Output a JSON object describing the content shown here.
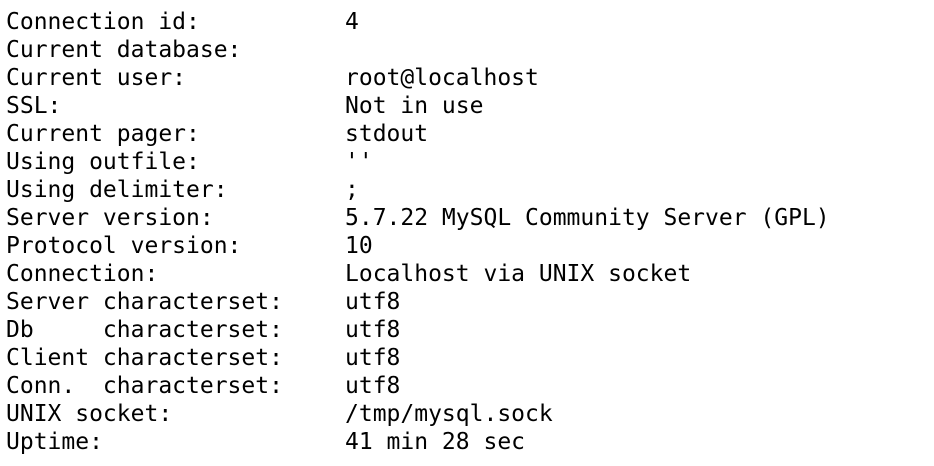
{
  "terminal": {
    "description": "MySQL client status command output",
    "colors": {
      "background": "#ffffff",
      "text": "#000000"
    },
    "rows": [
      {
        "label": "Connection id:",
        "value": "4"
      },
      {
        "label": "Current database:",
        "value": ""
      },
      {
        "label": "Current user:",
        "value": "root@localhost"
      },
      {
        "label": "SSL:",
        "value": "Not in use"
      },
      {
        "label": "Current pager:",
        "value": "stdout"
      },
      {
        "label": "Using outfile:",
        "value": "''"
      },
      {
        "label": "Using delimiter:",
        "value": ";"
      },
      {
        "label": "Server version:",
        "value": "5.7.22 MySQL Community Server (GPL)"
      },
      {
        "label": "Protocol version:",
        "value": "10"
      },
      {
        "label": "Connection:",
        "value": "Localhost via UNIX socket"
      },
      {
        "label": "Server characterset:",
        "value": "utf8"
      },
      {
        "label": "Db     characterset:",
        "value": "utf8"
      },
      {
        "label": "Client characterset:",
        "value": "utf8"
      },
      {
        "label": "Conn.  characterset:",
        "value": "utf8"
      },
      {
        "label": "UNIX socket:",
        "value": "/tmp/mysql.sock"
      },
      {
        "label": "Uptime:",
        "value": "41 min 28 sec"
      }
    ]
  }
}
